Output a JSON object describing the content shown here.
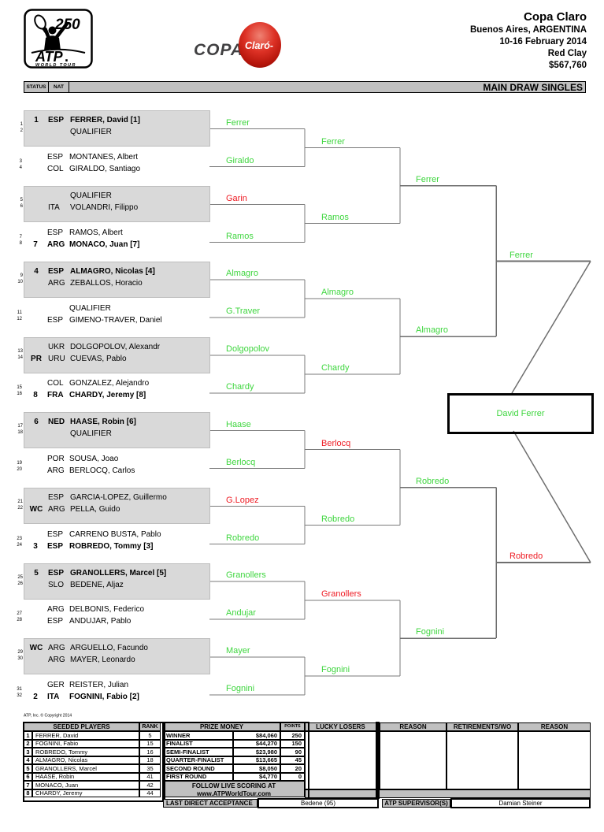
{
  "colors": {
    "win_green": "#3fd63f",
    "loss_red": "#ee1c24",
    "entry_gray": "#d9d9d9",
    "bar_gray": "#c0c0c0",
    "claro_red": "#c8102e"
  },
  "header": {
    "logo": {
      "badge": "250",
      "atp": "ATP",
      "world_tour": "WORLD TOUR"
    },
    "sponsor": {
      "copa": "COPA",
      "claro": "Claró-"
    },
    "tournament": {
      "name": "Copa Claro",
      "location": "Buenos Aires, ARGENTINA",
      "dates": "10-16 February 2014",
      "surface": "Red Clay",
      "prize": "$567,760"
    }
  },
  "bar": {
    "status_label": "STATUS",
    "nat_label": "NAT",
    "title": "MAIN DRAW SINGLES"
  },
  "draw": {
    "entries": [
      {
        "row": "1",
        "status": "1",
        "nat": "ESP",
        "name": "FERRER, David [1]",
        "bold": "true"
      },
      {
        "row": "2",
        "status": "",
        "nat": "",
        "name": "QUALIFIER",
        "bold": "false"
      },
      {
        "row": "3",
        "status": "",
        "nat": "ESP",
        "name": "MONTANES, Albert",
        "bold": "false"
      },
      {
        "row": "4",
        "status": "",
        "nat": "COL",
        "name": "GIRALDO, Santiago",
        "bold": "false"
      },
      {
        "row": "5",
        "status": "",
        "nat": "",
        "name": "QUALIFIER",
        "bold": "false"
      },
      {
        "row": "6",
        "status": "",
        "nat": "ITA",
        "name": "VOLANDRI, Filippo",
        "bold": "false"
      },
      {
        "row": "7",
        "status": "",
        "nat": "ESP",
        "name": "RAMOS, Albert",
        "bold": "false"
      },
      {
        "row": "8",
        "status": "7",
        "nat": "ARG",
        "name": "MONACO, Juan [7]",
        "bold": "true"
      },
      {
        "row": "9",
        "status": "4",
        "nat": "ESP",
        "name": "ALMAGRO, Nicolas [4]",
        "bold": "true"
      },
      {
        "row": "10",
        "status": "",
        "nat": "ARG",
        "name": "ZEBALLOS, Horacio",
        "bold": "false"
      },
      {
        "row": "11",
        "status": "",
        "nat": "",
        "name": "QUALIFIER",
        "bold": "false"
      },
      {
        "row": "12",
        "status": "",
        "nat": "ESP",
        "name": "GIMENO-TRAVER, Daniel",
        "bold": "false"
      },
      {
        "row": "13",
        "status": "",
        "nat": "UKR",
        "name": "DOLGOPOLOV, Alexandr",
        "bold": "false"
      },
      {
        "row": "14",
        "status": "PR",
        "nat": "URU",
        "name": "CUEVAS, Pablo",
        "bold": "false"
      },
      {
        "row": "15",
        "status": "",
        "nat": "COL",
        "name": "GONZALEZ, Alejandro",
        "bold": "false"
      },
      {
        "row": "16",
        "status": "8",
        "nat": "FRA",
        "name": "CHARDY, Jeremy [8]",
        "bold": "true"
      },
      {
        "row": "17",
        "status": "6",
        "nat": "NED",
        "name": "HAASE, Robin [6]",
        "bold": "true"
      },
      {
        "row": "18",
        "status": "",
        "nat": "",
        "name": "QUALIFIER",
        "bold": "false"
      },
      {
        "row": "19",
        "status": "",
        "nat": "POR",
        "name": "SOUSA, Joao",
        "bold": "false"
      },
      {
        "row": "20",
        "status": "",
        "nat": "ARG",
        "name": "BERLOCQ, Carlos",
        "bold": "false"
      },
      {
        "row": "21",
        "status": "",
        "nat": "ESP",
        "name": "GARCIA-LOPEZ, Guillermo",
        "bold": "false"
      },
      {
        "row": "22",
        "status": "WC",
        "nat": "ARG",
        "name": "PELLA, Guido",
        "bold": "false"
      },
      {
        "row": "23",
        "status": "",
        "nat": "ESP",
        "name": "CARRENO BUSTA, Pablo",
        "bold": "false"
      },
      {
        "row": "24",
        "status": "3",
        "nat": "ESP",
        "name": "ROBREDO, Tommy [3]",
        "bold": "true"
      },
      {
        "row": "25",
        "status": "5",
        "nat": "ESP",
        "name": "GRANOLLERS, Marcel [5]",
        "bold": "true"
      },
      {
        "row": "26",
        "status": "",
        "nat": "SLO",
        "name": "BEDENE, Aljaz",
        "bold": "false"
      },
      {
        "row": "27",
        "status": "",
        "nat": "ARG",
        "name": "DELBONIS, Federico",
        "bold": "false"
      },
      {
        "row": "28",
        "status": "",
        "nat": "ESP",
        "name": "ANDUJAR, Pablo",
        "bold": "false"
      },
      {
        "row": "29",
        "status": "WC",
        "nat": "ARG",
        "name": "ARGUELLO, Facundo",
        "bold": "false"
      },
      {
        "row": "30",
        "status": "",
        "nat": "ARG",
        "name": "MAYER, Leonardo",
        "bold": "false"
      },
      {
        "row": "31",
        "status": "",
        "nat": "GER",
        "name": "REISTER, Julian",
        "bold": "false"
      },
      {
        "row": "32",
        "status": "2",
        "nat": "ITA",
        "name": "FOGNINI, Fabio [2]",
        "bold": "true"
      }
    ],
    "round1": [
      {
        "name": "Ferrer",
        "result": "W"
      },
      {
        "name": "Giraldo",
        "result": "W"
      },
      {
        "name": "Garin",
        "result": "L"
      },
      {
        "name": "Ramos",
        "result": "W"
      },
      {
        "name": "Almagro",
        "result": "W"
      },
      {
        "name": "G.Traver",
        "result": "W"
      },
      {
        "name": "Dolgopolov",
        "result": "W"
      },
      {
        "name": "Chardy",
        "result": "W"
      },
      {
        "name": "Haase",
        "result": "W"
      },
      {
        "name": "Berlocq",
        "result": "W"
      },
      {
        "name": "G.Lopez",
        "result": "L"
      },
      {
        "name": "Robredo",
        "result": "W"
      },
      {
        "name": "Granollers",
        "result": "W"
      },
      {
        "name": "Andujar",
        "result": "W"
      },
      {
        "name": "Mayer",
        "result": "W"
      },
      {
        "name": "Fognini",
        "result": "W"
      }
    ],
    "round2": [
      {
        "name": "Ferrer",
        "result": "W"
      },
      {
        "name": "Ramos",
        "result": "W"
      },
      {
        "name": "Almagro",
        "result": "W"
      },
      {
        "name": "Chardy",
        "result": "W"
      },
      {
        "name": "Berlocq",
        "result": "L"
      },
      {
        "name": "Robredo",
        "result": "W"
      },
      {
        "name": "Granollers",
        "result": "L"
      },
      {
        "name": "Fognini",
        "result": "W"
      }
    ],
    "quarterfinals": [
      {
        "name": "Ferrer",
        "result": "W"
      },
      {
        "name": "Almagro",
        "result": "W"
      },
      {
        "name": "Robredo",
        "result": "W"
      },
      {
        "name": "Fognini",
        "result": "W"
      }
    ],
    "semifinals": [
      {
        "name": "Ferrer",
        "result": "W"
      },
      {
        "name": "Robredo",
        "result": "L"
      }
    ],
    "champion": {
      "name": "David Ferrer",
      "result": "W"
    }
  },
  "footer": {
    "copyright": "ATP, Inc. © Copyright 2014",
    "seeded": {
      "title": "SEEDED PLAYERS",
      "rank_header": "RANK",
      "rows": [
        {
          "n": "1",
          "name": "FERRER, David",
          "rank": "5"
        },
        {
          "n": "2",
          "name": "FOGNINI, Fabio",
          "rank": "15"
        },
        {
          "n": "3",
          "name": "ROBREDO, Tommy",
          "rank": "16"
        },
        {
          "n": "4",
          "name": "ALMAGRO, Nicolas",
          "rank": "18"
        },
        {
          "n": "5",
          "name": "GRANOLLERS, Marcel",
          "rank": "35"
        },
        {
          "n": "6",
          "name": "HAASE, Robin",
          "rank": "41"
        },
        {
          "n": "7",
          "name": "MONACO, Juan",
          "rank": "42"
        },
        {
          "n": "8",
          "name": "CHARDY, Jeremy",
          "rank": "44"
        }
      ]
    },
    "prize": {
      "title": "PRIZE MONEY",
      "points_header": "POINTS",
      "rows": [
        {
          "label": "WINNER",
          "amount": "$84,060",
          "points": "250"
        },
        {
          "label": "FINALIST",
          "amount": "$44,270",
          "points": "150"
        },
        {
          "label": "SEMI-FINALIST",
          "amount": "$23,980",
          "points": "90"
        },
        {
          "label": "QUARTER-FINALIST",
          "amount": "$13,665",
          "points": "45"
        },
        {
          "label": "SECOND ROUND",
          "amount": "$8,050",
          "points": "20"
        },
        {
          "label": "FIRST ROUND",
          "amount": "$4,770",
          "points": "0"
        }
      ]
    },
    "live": {
      "line1": "FOLLOW LIVE SCORING AT",
      "line2": "www.ATPWorldTour.com"
    },
    "lucky_losers_title": "LUCKY LOSERS",
    "reason1_title": "REASON",
    "retirements_title": "RETIREMENTS/WO",
    "reason2_title": "REASON",
    "last_direct": {
      "label": "LAST DIRECT ACCEPTANCE",
      "value": "Bedene (95)"
    },
    "supervisor": {
      "label": "ATP SUPERVISOR(S)",
      "value": "Damian Steiner"
    }
  }
}
